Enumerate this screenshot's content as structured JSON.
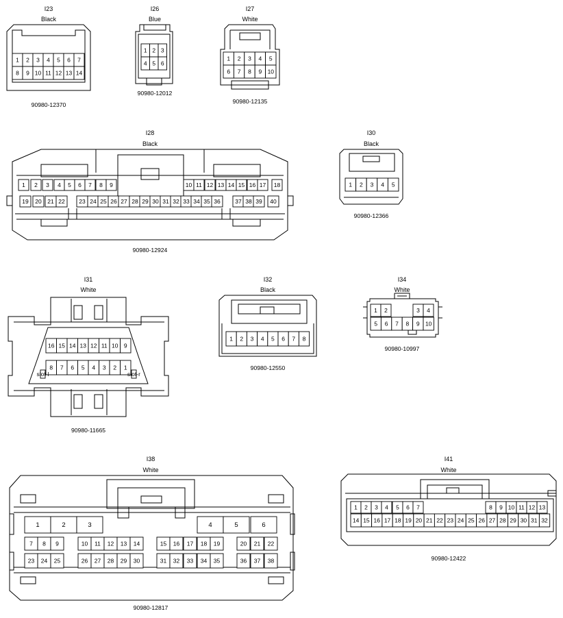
{
  "connectors": {
    "i23": {
      "id": "I23",
      "color": "Black",
      "part": "90980-12370",
      "rows": [
        [
          "1",
          "2",
          "3",
          "4",
          "5",
          "6",
          "7"
        ],
        [
          "8",
          "9",
          "10",
          "11",
          "12",
          "13",
          "14"
        ]
      ]
    },
    "i26": {
      "id": "I26",
      "color": "Blue",
      "part": "90980-12012",
      "rows": [
        [
          "1",
          "2",
          "3"
        ],
        [
          "4",
          "5",
          "6"
        ]
      ]
    },
    "i27": {
      "id": "I27",
      "color": "White",
      "part": "90980-12135",
      "rows": [
        [
          "1",
          "2",
          "3",
          "4",
          "5"
        ],
        [
          "6",
          "7",
          "8",
          "9",
          "10"
        ]
      ]
    },
    "i28": {
      "id": "I28",
      "color": "Black",
      "part": "90980-12924",
      "row1": [
        "1",
        "2",
        "3",
        "4",
        "5",
        "6",
        "7",
        "8",
        "9",
        "10",
        "11",
        "12",
        "13",
        "14",
        "15",
        "16",
        "17",
        "18"
      ],
      "row2": [
        "19",
        "20",
        "21",
        "22",
        "23",
        "24",
        "25",
        "26",
        "27",
        "28",
        "29",
        "30",
        "31",
        "32",
        "33",
        "34",
        "35",
        "36",
        "37",
        "38",
        "39",
        "40"
      ]
    },
    "i30": {
      "id": "I30",
      "color": "Black",
      "part": "90980-12366",
      "rows": [
        [
          "1",
          "2",
          "3",
          "4",
          "5"
        ]
      ]
    },
    "i31": {
      "id": "I31",
      "color": "White",
      "part": "90980-11665",
      "rows": [
        [
          "16",
          "15",
          "14",
          "13",
          "12",
          "11",
          "10",
          "9"
        ],
        [
          "8",
          "7",
          "6",
          "5",
          "4",
          "3",
          "2",
          "1"
        ]
      ]
    },
    "i32": {
      "id": "I32",
      "color": "Black",
      "part": "90980-12550",
      "rows": [
        [
          "1",
          "2",
          "3",
          "4",
          "5",
          "6",
          "7",
          "8"
        ]
      ]
    },
    "i34": {
      "id": "I34",
      "color": "White",
      "part": "90980-10997",
      "row1": [
        "1",
        "2",
        "3",
        "4"
      ],
      "row2": [
        "5",
        "6",
        "7",
        "8",
        "9",
        "10"
      ]
    },
    "i38": {
      "id": "I38",
      "color": "White",
      "part": "90980-12817",
      "row1": [
        "1",
        "2",
        "3",
        "4",
        "5",
        "6"
      ],
      "row2": [
        "7",
        "8",
        "9",
        "10",
        "11",
        "12",
        "13",
        "14",
        "15",
        "16",
        "17",
        "18",
        "19",
        "20",
        "21",
        "22"
      ],
      "row3": [
        "23",
        "24",
        "25",
        "26",
        "27",
        "28",
        "29",
        "30",
        "31",
        "32",
        "33",
        "34",
        "35",
        "36",
        "37",
        "38"
      ]
    },
    "i41": {
      "id": "I41",
      "color": "White",
      "part": "90980-12422",
      "row1": [
        "1",
        "2",
        "3",
        "4",
        "5",
        "6",
        "7",
        "8",
        "9",
        "10",
        "11",
        "12",
        "13"
      ],
      "row2": [
        "14",
        "15",
        "16",
        "17",
        "18",
        "19",
        "20",
        "21",
        "22",
        "23",
        "24",
        "25",
        "26",
        "27",
        "28",
        "29",
        "30",
        "31",
        "32"
      ]
    }
  }
}
